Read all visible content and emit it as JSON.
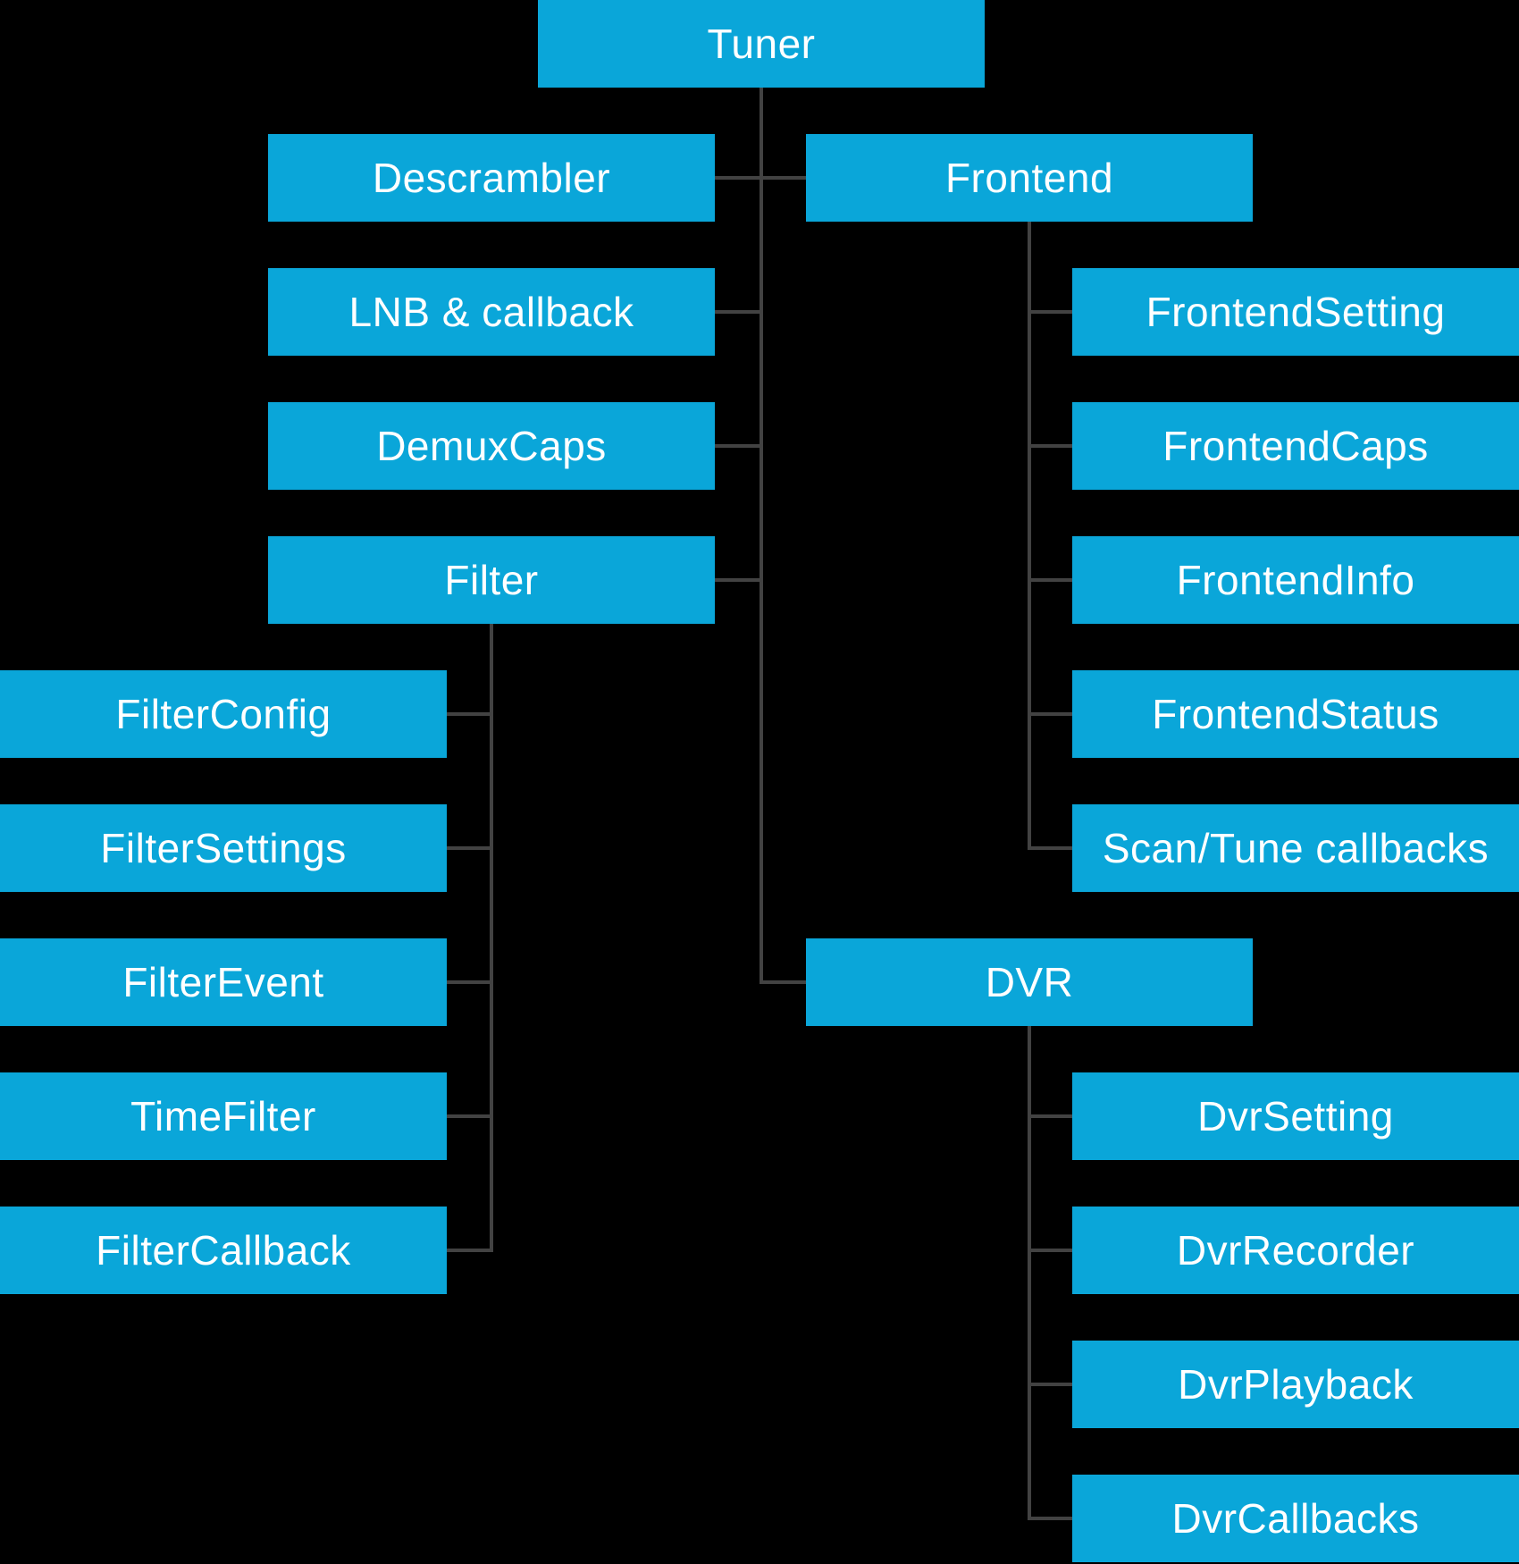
{
  "diagram": {
    "description": "Tuner framework class hierarchy diagram"
  },
  "colors": {
    "background": "#000000",
    "node_fill": "#0aa6d9",
    "node_text": "#ffffff",
    "connector": "#424242"
  },
  "nodes": {
    "tuner": {
      "label": "Tuner"
    },
    "descrambler": {
      "label": "Descrambler"
    },
    "lnb": {
      "label": "LNB & callback"
    },
    "demuxcaps": {
      "label": "DemuxCaps"
    },
    "filter": {
      "label": "Filter"
    },
    "filterconfig": {
      "label": "FilterConfig"
    },
    "filtersettings": {
      "label": "FilterSettings"
    },
    "filterevent": {
      "label": "FilterEvent"
    },
    "timefilter": {
      "label": "TimeFilter"
    },
    "filtercallback": {
      "label": "FilterCallback"
    },
    "frontend": {
      "label": "Frontend"
    },
    "frontendsetting": {
      "label": "FrontendSetting"
    },
    "frontendcaps": {
      "label": "FrontendCaps"
    },
    "frontendinfo": {
      "label": "FrontendInfo"
    },
    "frontendstatus": {
      "label": "FrontendStatus"
    },
    "scantune": {
      "label": "Scan/Tune callbacks"
    },
    "dvr": {
      "label": "DVR"
    },
    "dvrsetting": {
      "label": "DvrSetting"
    },
    "dvrrecorder": {
      "label": "DvrRecorder"
    },
    "dvrplayback": {
      "label": "DvrPlayback"
    },
    "dvrcallbacks": {
      "label": "DvrCallbacks"
    }
  },
  "hierarchy": {
    "root": "Tuner",
    "edges": [
      [
        "Tuner",
        "Descrambler"
      ],
      [
        "Tuner",
        "LNB & callback"
      ],
      [
        "Tuner",
        "DemuxCaps"
      ],
      [
        "Tuner",
        "Filter"
      ],
      [
        "Tuner",
        "Frontend"
      ],
      [
        "Tuner",
        "DVR"
      ],
      [
        "Filter",
        "FilterConfig"
      ],
      [
        "Filter",
        "FilterSettings"
      ],
      [
        "Filter",
        "FilterEvent"
      ],
      [
        "Filter",
        "TimeFilter"
      ],
      [
        "Filter",
        "FilterCallback"
      ],
      [
        "Frontend",
        "FrontendSetting"
      ],
      [
        "Frontend",
        "FrontendCaps"
      ],
      [
        "Frontend",
        "FrontendInfo"
      ],
      [
        "Frontend",
        "FrontendStatus"
      ],
      [
        "Frontend",
        "Scan/Tune callbacks"
      ],
      [
        "DVR",
        "DvrSetting"
      ],
      [
        "DVR",
        "DvrRecorder"
      ],
      [
        "DVR",
        "DvrPlayback"
      ],
      [
        "DVR",
        "DvrCallbacks"
      ]
    ]
  }
}
